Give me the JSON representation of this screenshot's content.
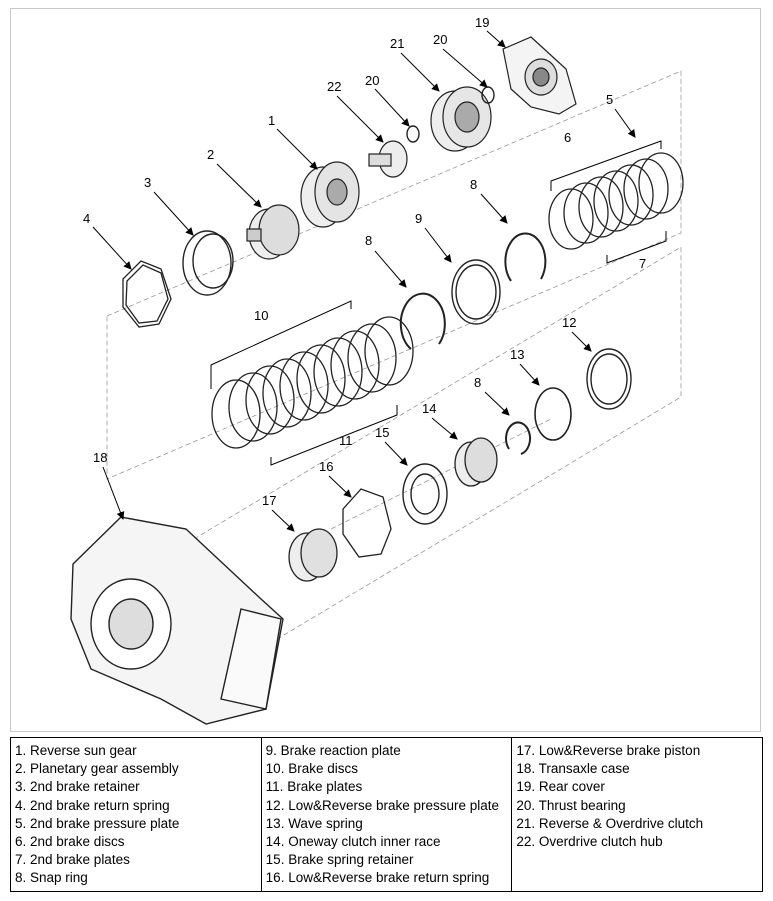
{
  "diagram": {
    "callouts": [
      "19",
      "21",
      "20",
      "20",
      "22",
      "1",
      "2",
      "3",
      "4",
      "5",
      "6",
      "7",
      "8",
      "8",
      "8",
      "9",
      "10",
      "11",
      "12",
      "13",
      "14",
      "15",
      "16",
      "17",
      "18"
    ]
  },
  "legend": {
    "columns": [
      [
        "1. Reverse sun gear",
        "2. Planetary gear assembly",
        "3. 2nd brake retainer",
        "4. 2nd brake return spring",
        "5. 2nd brake pressure plate",
        "6. 2nd brake discs",
        "7. 2nd brake plates",
        "8. Snap ring"
      ],
      [
        "9. Brake reaction plate",
        "10. Brake discs",
        "11. Brake plates",
        "12. Low&Reverse brake pressure plate",
        "13. Wave spring",
        "14. Oneway clutch inner race",
        "15. Brake spring retainer",
        "16. Low&Reverse brake return spring"
      ],
      [
        "17. Low&Reverse brake piston",
        "18. Transaxle case",
        "19. Rear cover",
        "20. Thrust bearing",
        "21. Reverse & Overdrive clutch",
        "22. Overdrive clutch hub"
      ]
    ]
  }
}
